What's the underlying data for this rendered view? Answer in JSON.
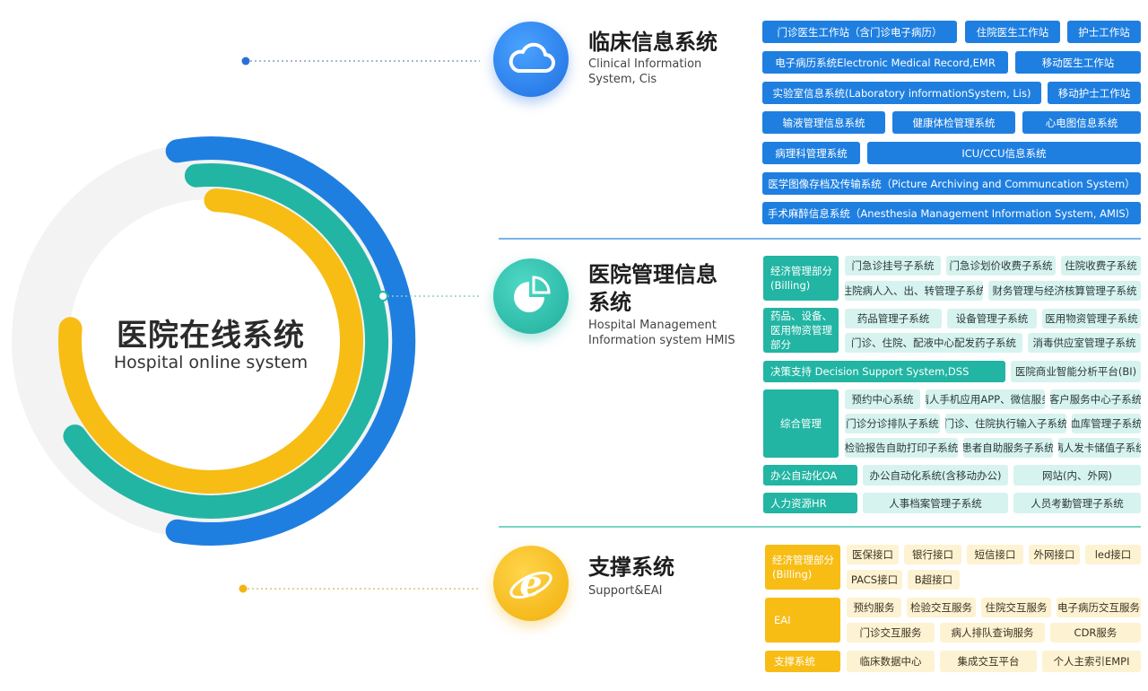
{
  "center": {
    "title": "医院在线系统",
    "subtitle": "Hospital online system"
  },
  "colors": {
    "blue": "#1f7fe0",
    "teal": "#22b5a3",
    "amber": "#f7bd14"
  },
  "clinical": {
    "title": "临床信息系统",
    "subtitle_line1": "Clinical Information",
    "subtitle_line2": "System, Cis",
    "icon": "cloud-icon",
    "items": [
      "门诊医生工作站（含门诊电子病历）",
      "住院医生工作站",
      "护士工作站",
      "电子病历系统Electronic Medical Record,EMR",
      "移动医生工作站",
      "实验室信息系统(Laboratory informationSystem, Lis)",
      "移动护士工作站",
      "输液管理信息系统",
      "健康体检管理系统",
      "心电图信息系统",
      "病理科管理系统",
      "ICU/CCU信息系统",
      "医学图像存档及传输系统（Picture Archiving and Communcation System）",
      "手术麻醉信息系统（Anesthesia Management Information System, AMIS）"
    ]
  },
  "hmis": {
    "title_line1": "医院管理信息",
    "title_line2": "系统",
    "subtitle_line1": "Hospital Management",
    "subtitle_line2": "Information system HMIS",
    "icon": "pie-chart-icon",
    "billing": {
      "label": "经济管理部分(Billing)",
      "items": [
        "门急诊挂号子系统",
        "门急诊划价收费子系统",
        "住院收费子系统",
        "住院病人入、出、转管理子系统",
        "财务管理与经济核算管理子系统"
      ]
    },
    "drugs": {
      "label": "药品、设备、医用物资管理部分",
      "items": [
        "药品管理子系统",
        "设备管理子系统",
        "医用物资管理子系统",
        "门诊、住院、配液中心配发药子系统",
        "消毒供应室管理子系统"
      ]
    },
    "dss": {
      "label": "决策支持 Decision Support System,DSS",
      "items": [
        "医院商业智能分析平台(BI)"
      ]
    },
    "general": {
      "label": "综合管理",
      "items": [
        "预约中心系统",
        "病人手机应用APP、微信服务",
        "客户服务中心子系统",
        "门诊分诊排队子系统",
        "门诊、住院执行输入子系统",
        "血库管理子系统",
        "检验报告自助打印子系统",
        "患者自助服务子系统",
        "病人发卡储值子系统"
      ]
    },
    "oa": {
      "label": "办公自动化OA",
      "items": [
        "办公自动化系统(含移动办公)",
        "网站(内、外网)"
      ]
    },
    "hr": {
      "label": "人力资源HR",
      "items": [
        "人事档案管理子系统",
        "人员考勤管理子系统"
      ]
    }
  },
  "support": {
    "title": "支撑系统",
    "subtitle": "Support&EAI",
    "icon": "ie-browser-icon",
    "billing": {
      "label": "经济管理部分(Billing)",
      "items": [
        "医保接口",
        "银行接口",
        "短信接口",
        "外网接口",
        "led接口",
        "PACS接口",
        "B超接口"
      ]
    },
    "eai": {
      "label": "EAI",
      "items": [
        "预约服务",
        "检验交互服务",
        "住院交互服务",
        "电子病历交互服务",
        "门诊交互服务",
        "病人排队查询服务",
        "CDR服务"
      ]
    },
    "sys": {
      "label": "支撑系统",
      "items": [
        "临床数据中心",
        "集成交互平台",
        "个人主索引EMPI"
      ]
    }
  }
}
